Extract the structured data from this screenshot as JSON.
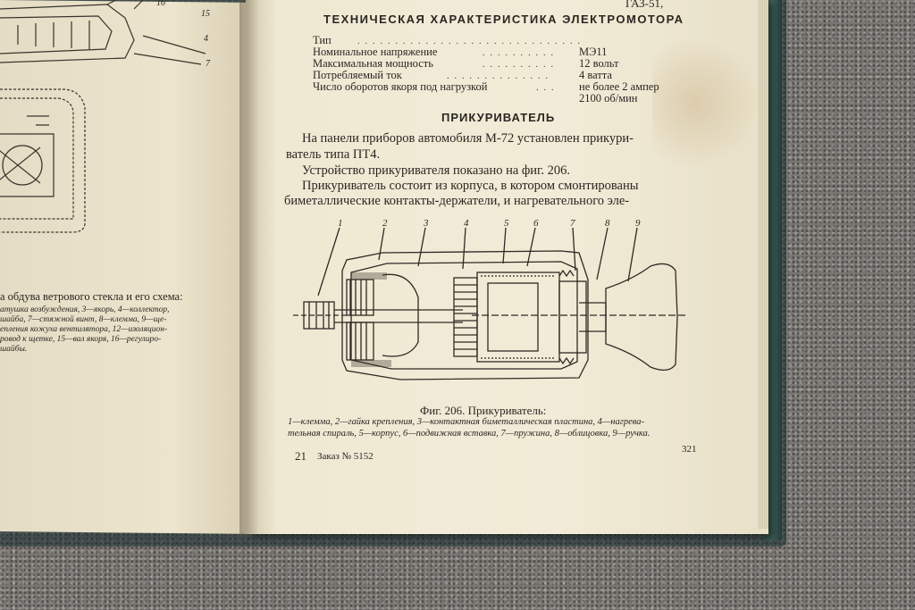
{
  "right_page": {
    "top_fragment": "ГАЗ-51,",
    "spec_heading": "ТЕХНИЧЕСКАЯ ХАРАКТЕРИСТИКА ЭЛЕКТРОМОТОРА",
    "spec_rows": [
      {
        "label": "Тип",
        "value": "МЭ11"
      },
      {
        "label": "Номинальное напряжение",
        "value": "12 вольт"
      },
      {
        "label": "Максимальная мощность",
        "value": "4 ватта"
      },
      {
        "label": "Потребляемый ток",
        "value": "не более 2 ампер"
      },
      {
        "label": "Число оборотов якоря под нагрузкой",
        "value": "2100 об/мин"
      }
    ],
    "section_heading": "ПРИКУРИВАТЕЛЬ",
    "paragraph_lines": [
      "На панели приборов автомобиля М-72 установлен прикури-",
      "ватель типа ПТ4.",
      "Устройство прикуривателя показано на фиг. 206.",
      "Прикуриватель состоит из корпуса, в котором смонтированы",
      "биметаллические контакты-держатели, и нагревательного эле-"
    ],
    "figure_numbers": [
      "1",
      "2",
      "3",
      "4",
      "5",
      "6",
      "7",
      "8",
      "9"
    ],
    "figure_caption": "Фиг. 206. Прикуриватель:",
    "legend_lines": [
      "1—клемма, 2—гайка крепления, 3—контактная биметаллическая пластина, 4—нагрева-",
      "тельная спираль, 5—корпус, 6—подвижная вставка, 7—пружина, 8—облицовка, 9—ручка."
    ],
    "signature_number": "21",
    "order_text": "Заказ № 5152",
    "page_number": "321"
  },
  "left_page": {
    "figure_labels": [
      "15",
      "16",
      "4",
      "7"
    ],
    "caption_title": "а обдува ветрового стекла и его схема:",
    "legend_lines": [
      "атушка возбуждения, 3—якорь, 4—коллектор,",
      "шайба, 7—стяжной винт, 8—клемма, 9—ще-",
      "епления кожуха вентилятора, 12—изоляцион-",
      "ровод к щетке, 15—вал якоря, 16—регулиро-",
      "шайбы."
    ]
  },
  "colors": {
    "paper": "#efe9d4",
    "ink": "#2a2622",
    "background_granite": "#7a7773",
    "cover": "#3e5e5a"
  }
}
